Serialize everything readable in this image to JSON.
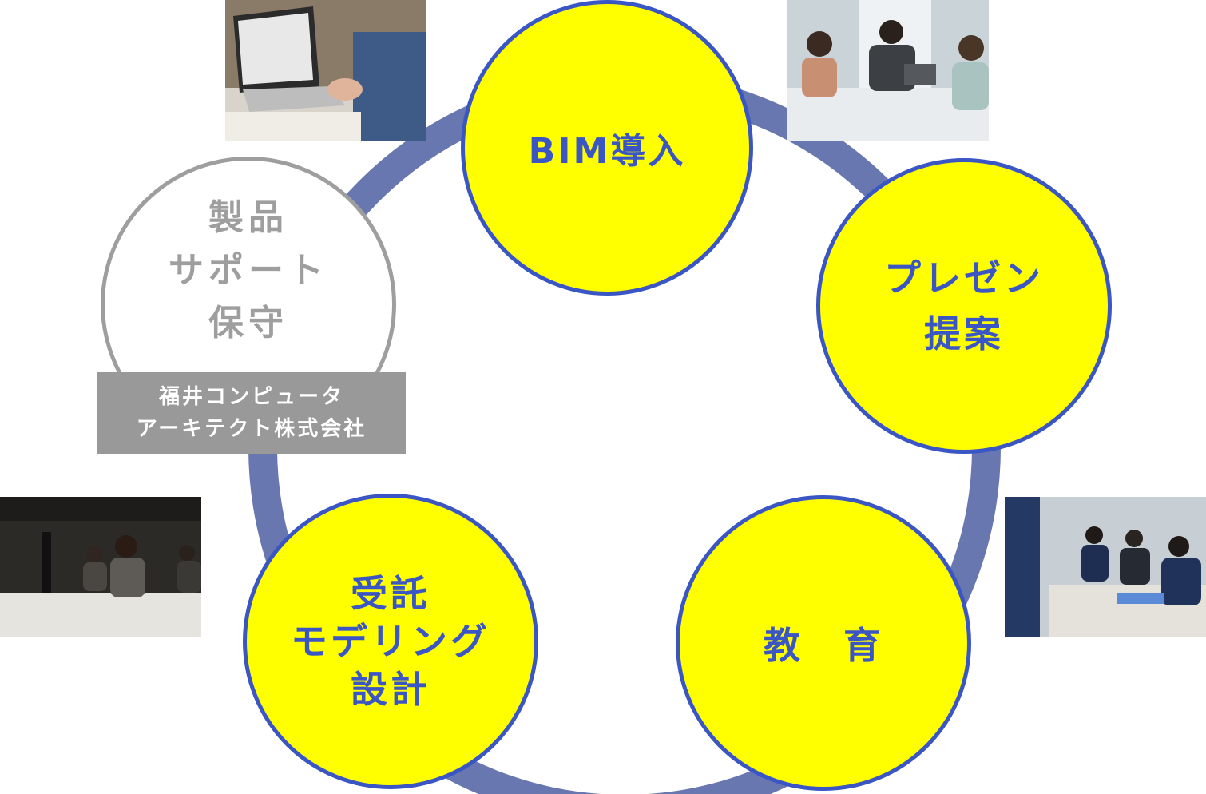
{
  "nodes": {
    "bim": {
      "lines": [
        "BIM導入"
      ]
    },
    "presentation": {
      "lines": [
        "プレゼン",
        "提案"
      ]
    },
    "education": {
      "lines": [
        "教　育"
      ]
    },
    "modeling": {
      "lines": [
        "受託",
        "モデリング",
        "設計"
      ]
    },
    "support": {
      "lines": [
        "製品",
        "サポート",
        "保守"
      ]
    }
  },
  "company": {
    "lines": [
      "福井コンピュータ",
      "アーキテクト株式会社"
    ]
  },
  "photos": {
    "top_left": "architect-laptop-blueprint-photo",
    "top_right": "business-meeting-photo",
    "bottom_left": "office-workers-computers-photo",
    "bottom_right": "training-seminar-photo"
  },
  "colors": {
    "ring": "#6877b0",
    "active_fill": "#ffff00",
    "active_border_text": "#3a55c4",
    "inactive_border_text": "#9e9e9e",
    "company_band": "#999999"
  }
}
